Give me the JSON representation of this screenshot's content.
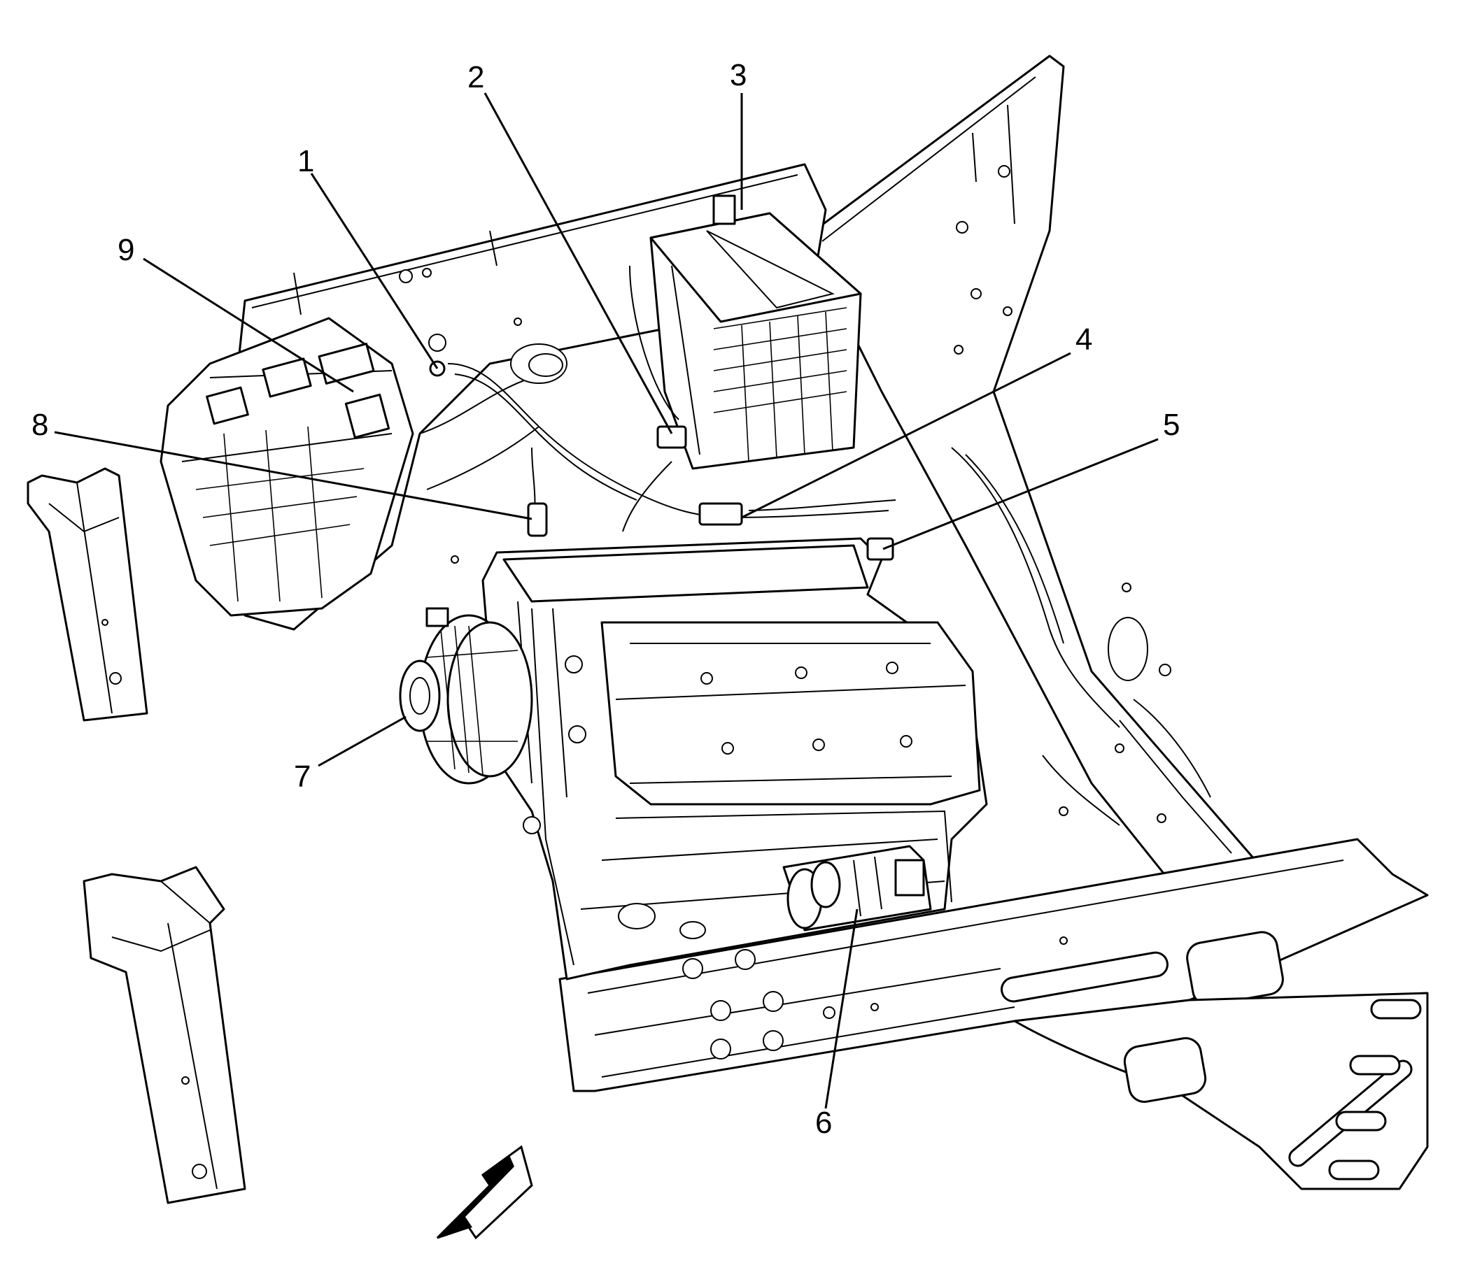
{
  "callouts": [
    {
      "number": "1"
    },
    {
      "number": "2"
    },
    {
      "number": "3"
    },
    {
      "number": "4"
    },
    {
      "number": "5"
    },
    {
      "number": "6"
    },
    {
      "number": "7"
    },
    {
      "number": "8"
    },
    {
      "number": "9"
    }
  ],
  "colors": {
    "line": "#000000",
    "background": "#ffffff",
    "arrow_fill": "#000000"
  },
  "icons": {
    "direction_arrow": "front-direction-arrow-icon"
  }
}
